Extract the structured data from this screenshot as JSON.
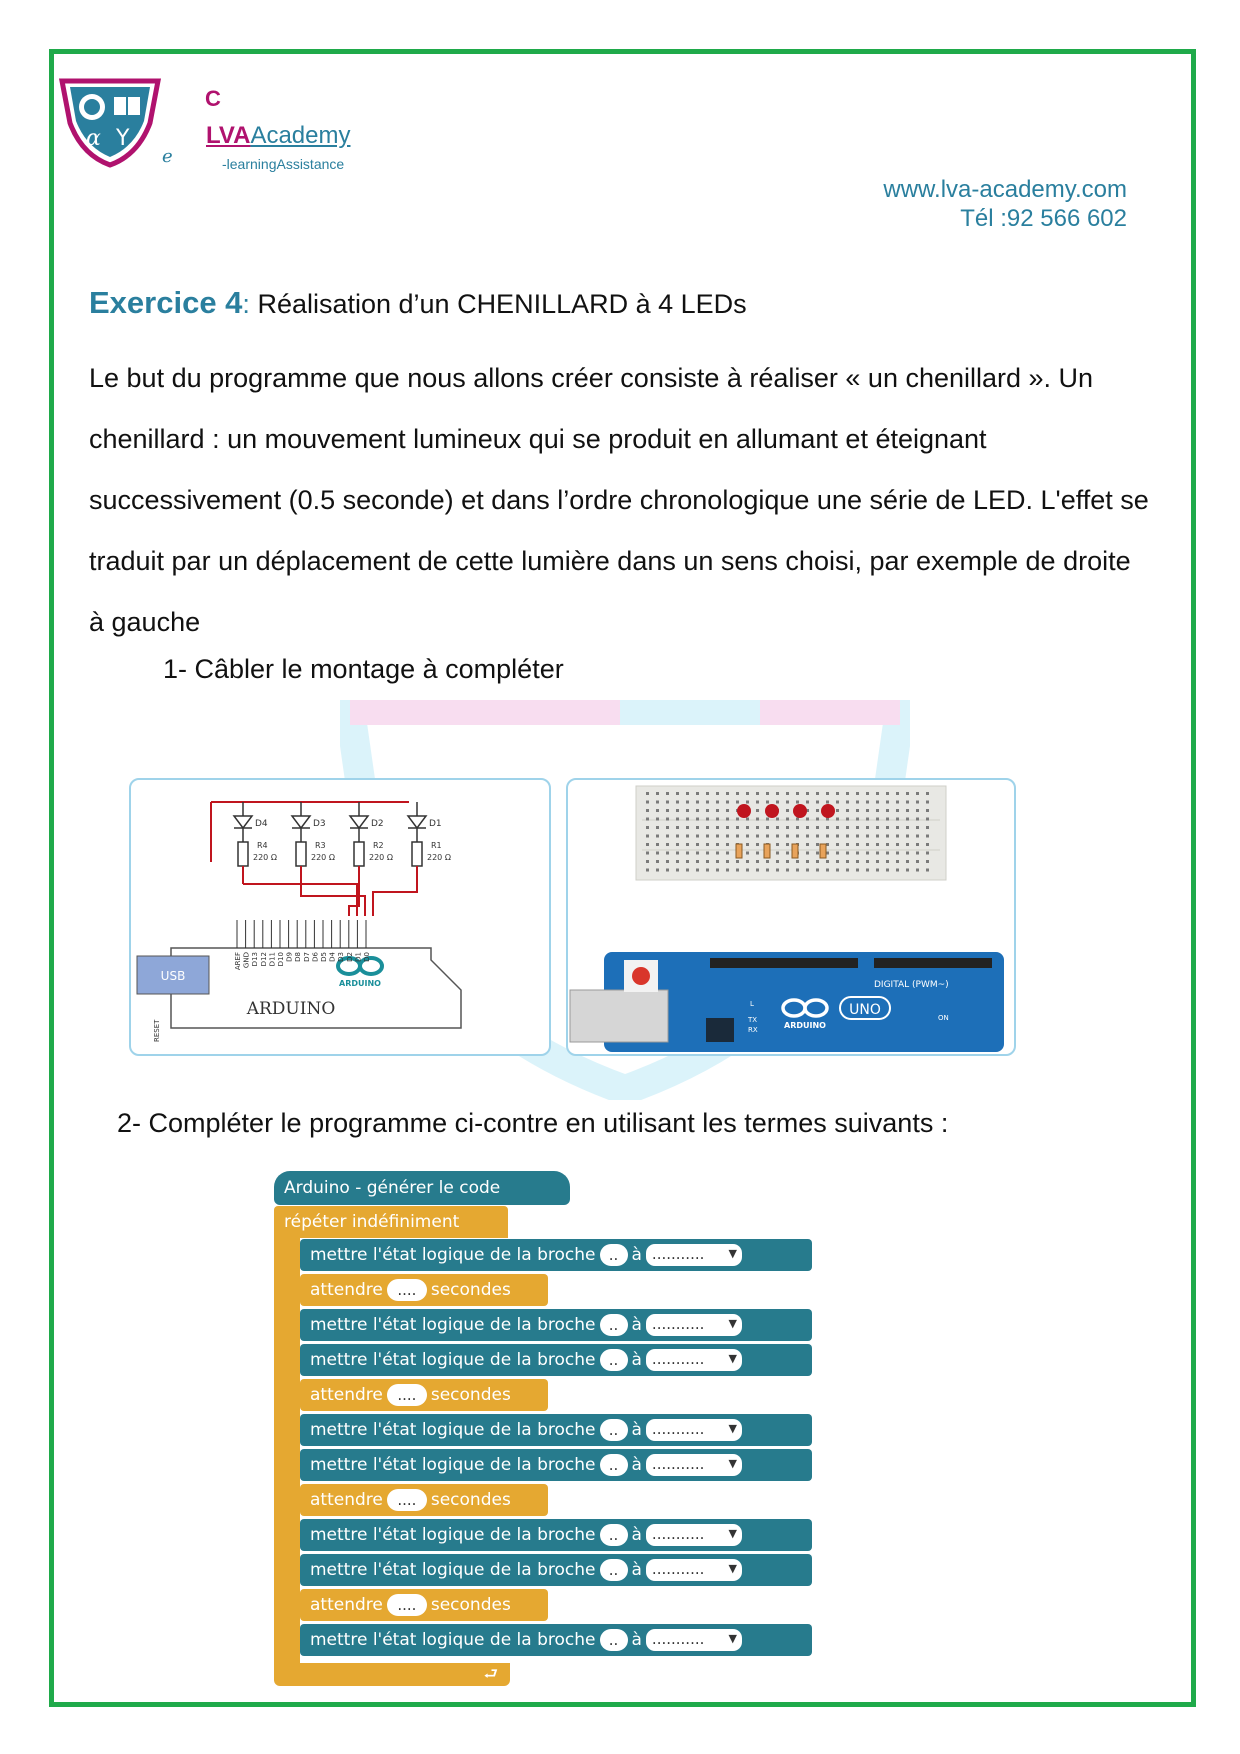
{
  "brand": {
    "c": "C",
    "lva": "LVA",
    "academy": "Academy",
    "e": "e",
    "sub": "-learningAssistance"
  },
  "contact": {
    "web": "www.lva-academy.com",
    "tel": "Tél :92 566 602"
  },
  "exercise": {
    "label": "Exercice 4",
    "colon": ":",
    "title": " Réalisation d’un CHENILLARD à 4 LEDs",
    "paragraph": "Le but du programme que nous allons créer consiste à réaliser « un chenillard ». Un chenillard : un mouvement lumineux qui se produit en allumant et éteignant successivement (0.5 seconde) et dans l’ordre chronologique une série de LED. L'effet se traduit par un déplacement de cette lumière dans un sens choisi, par exemple de droite à gauche",
    "step1": "1- Câbler le montage à compléter",
    "step2": "2- Compléter le programme ci-contre en utilisant les termes suivants :"
  },
  "schematic": {
    "leds": [
      "D4",
      "D3",
      "D2",
      "D1"
    ],
    "resistors": [
      "R4",
      "R3",
      "R2",
      "R1"
    ],
    "resistor_value": "220 Ω",
    "pins": [
      "AREF",
      "GND",
      "D13",
      "D12",
      "D11",
      "D10",
      "D9",
      "D8",
      "D7",
      "D6",
      "D5",
      "D4",
      "D3",
      "D2",
      "D1",
      "D0"
    ],
    "usb": "USB",
    "board": "ARDUINO",
    "logo_text": "ARDUINO",
    "reset": "RESET"
  },
  "photo": {
    "digital": "DIGITAL (PWM~)",
    "uno": "UNO",
    "arduino": "ARDUINO",
    "on": "ON",
    "tx": "TX",
    "rx": "RX",
    "l": "L"
  },
  "blocks": {
    "hat": "Arduino - générer le code",
    "loop": "répéter indéfiniment",
    "set_label": "mettre l'état logique de la broche",
    "a": "à",
    "pin_pill": "..",
    "dropdown": "...........",
    "wait_label": "attendre",
    "wait_pill": "....",
    "seconds": "secondes",
    "sequence": [
      "set",
      "wait",
      "set",
      "set",
      "wait",
      "set",
      "set",
      "wait",
      "set",
      "set",
      "wait",
      "set"
    ]
  }
}
